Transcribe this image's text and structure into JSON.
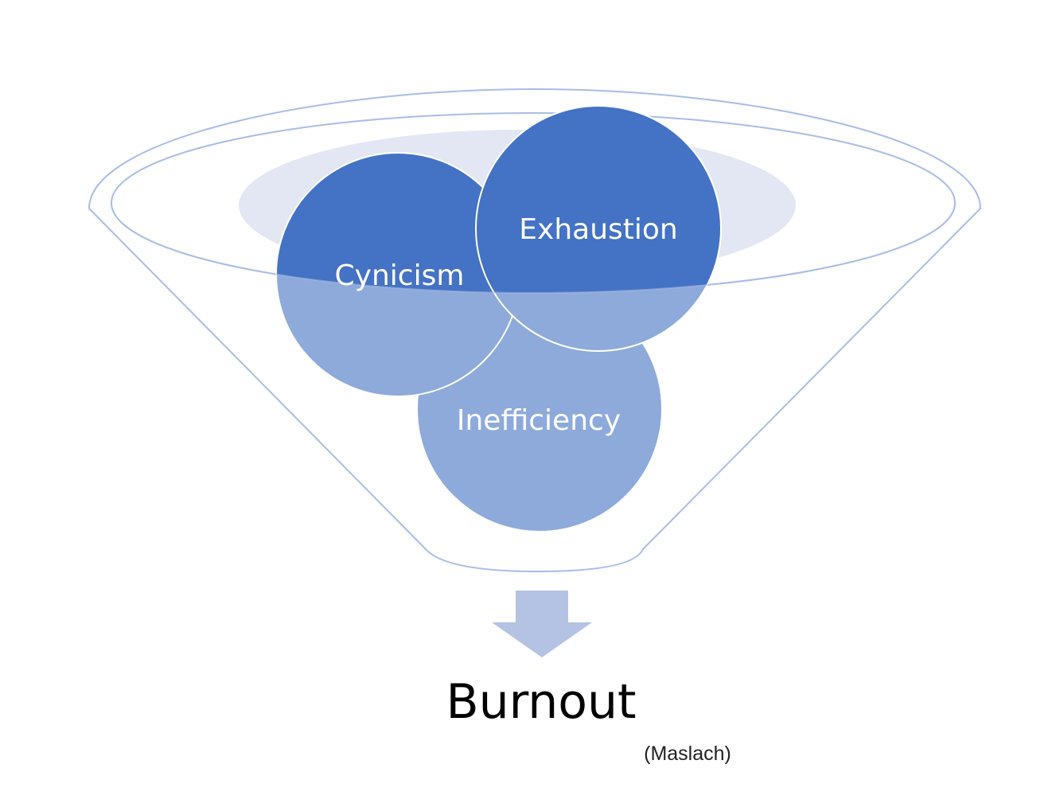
{
  "diagram": {
    "circles": {
      "cynicism": "Cynicism",
      "exhaustion": "Exhaustion",
      "inefficiency": "Inefficiency"
    },
    "result": "Burnout",
    "source": "(Maslach)"
  },
  "colors": {
    "dark_blue": "#4472c4",
    "light_blue": "#8eaadb",
    "funnel_outline": "#a9bde3",
    "funnel_inner": "#e3e7f3",
    "arrow": "#b4c3e3"
  }
}
